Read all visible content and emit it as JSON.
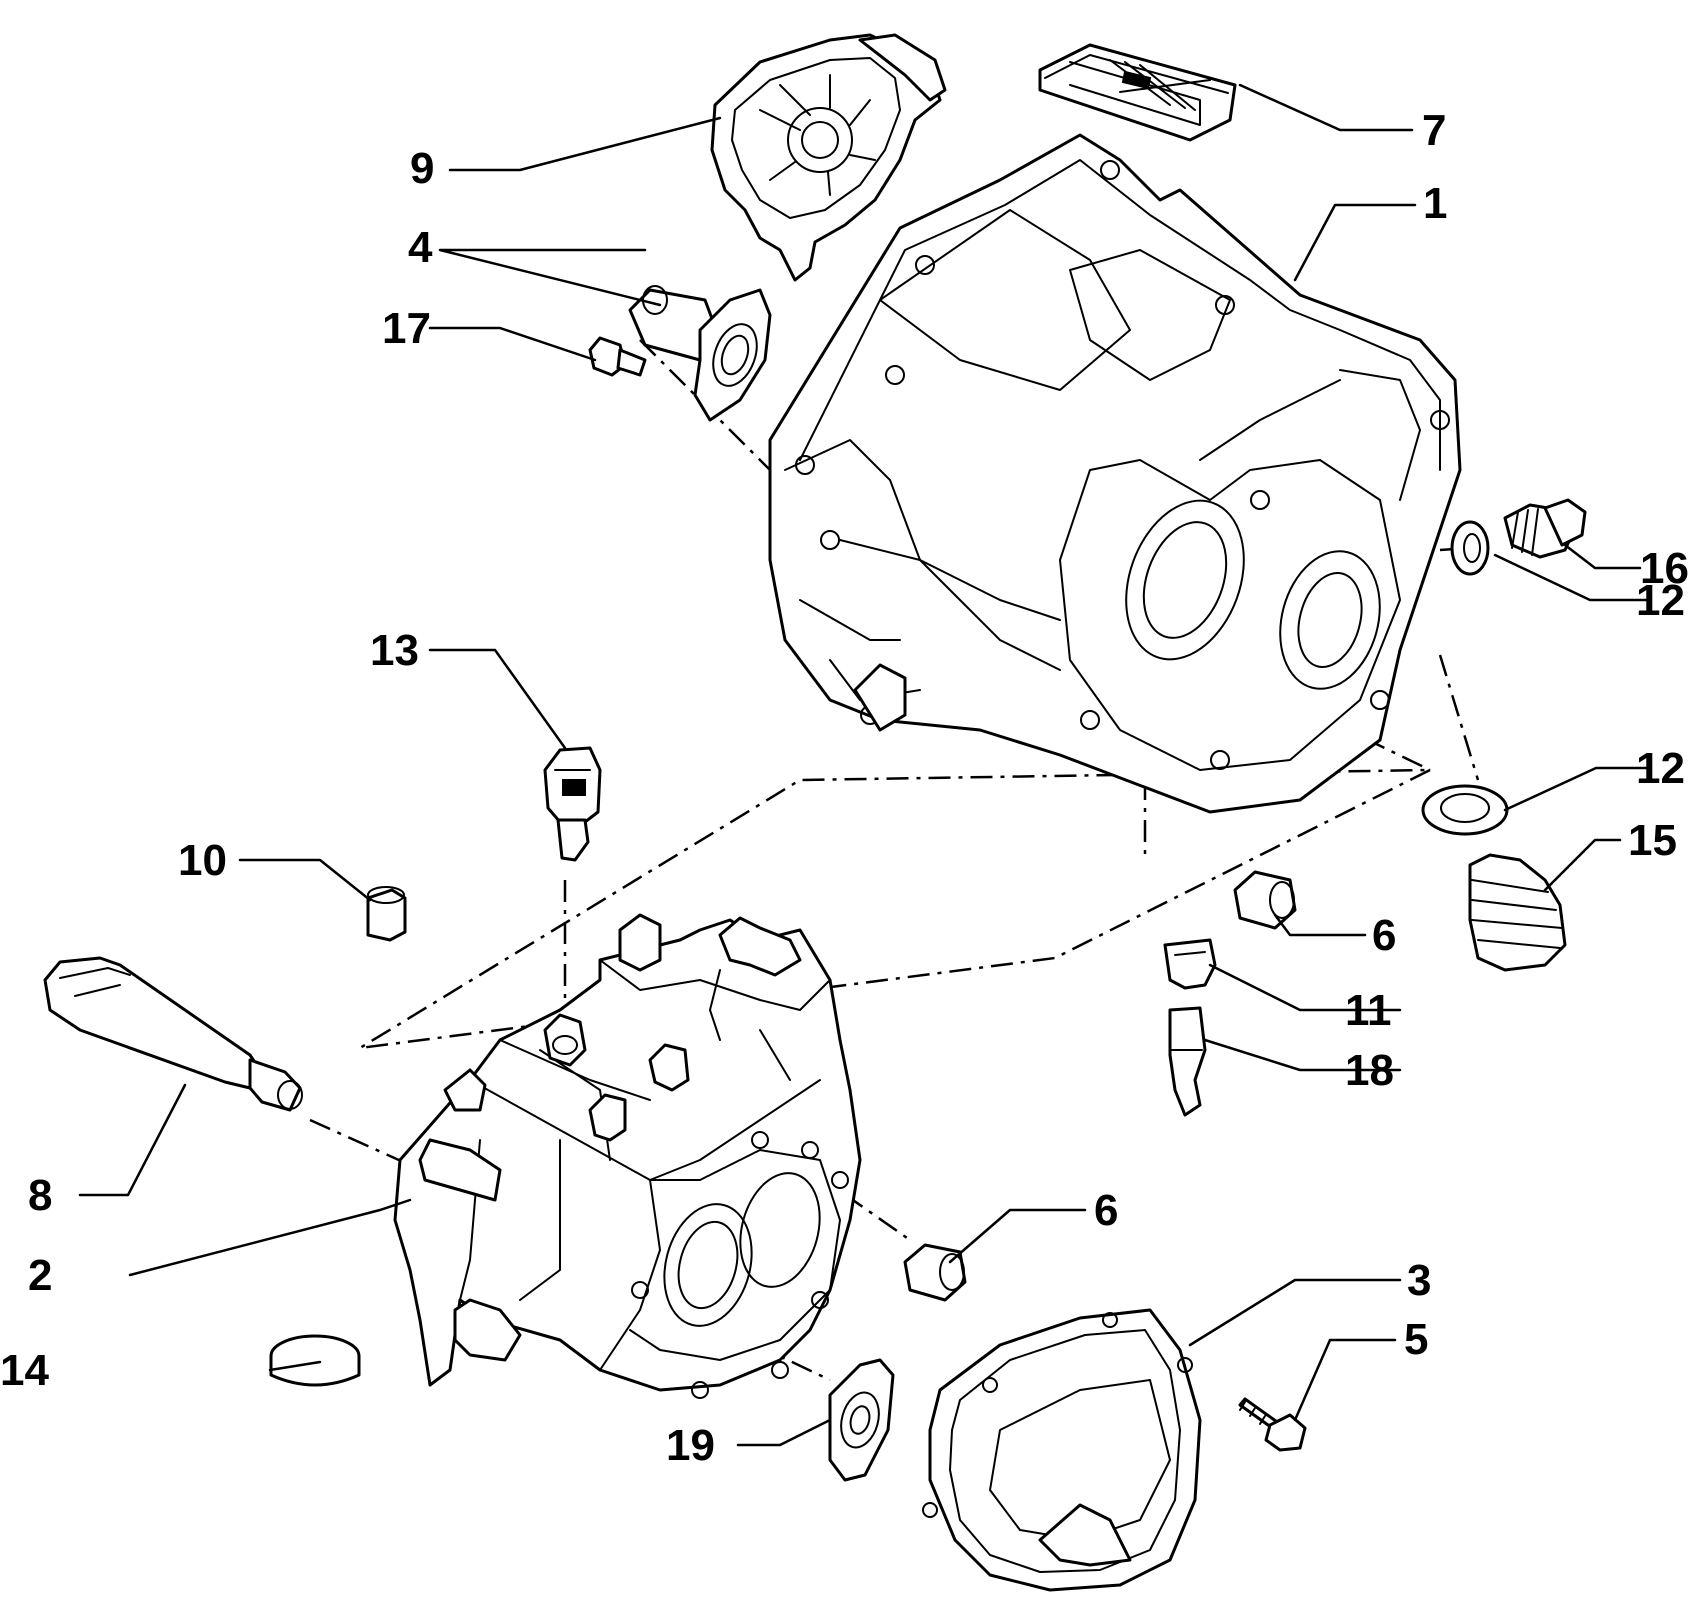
{
  "callouts": {
    "c1": "1",
    "c2": "2",
    "c3": "3",
    "c4": "4",
    "c5": "5",
    "c6a": "6",
    "c6b": "6",
    "c7": "7",
    "c8": "8",
    "c9": "9",
    "c10": "10",
    "c11": "11",
    "c12a": "12",
    "c12b": "12",
    "c13": "13",
    "c14": "14",
    "c15": "15",
    "c16": "16",
    "c17": "17",
    "c18": "18",
    "c19": "19"
  },
  "colors": {
    "line": "#000000",
    "background": "#ffffff"
  }
}
